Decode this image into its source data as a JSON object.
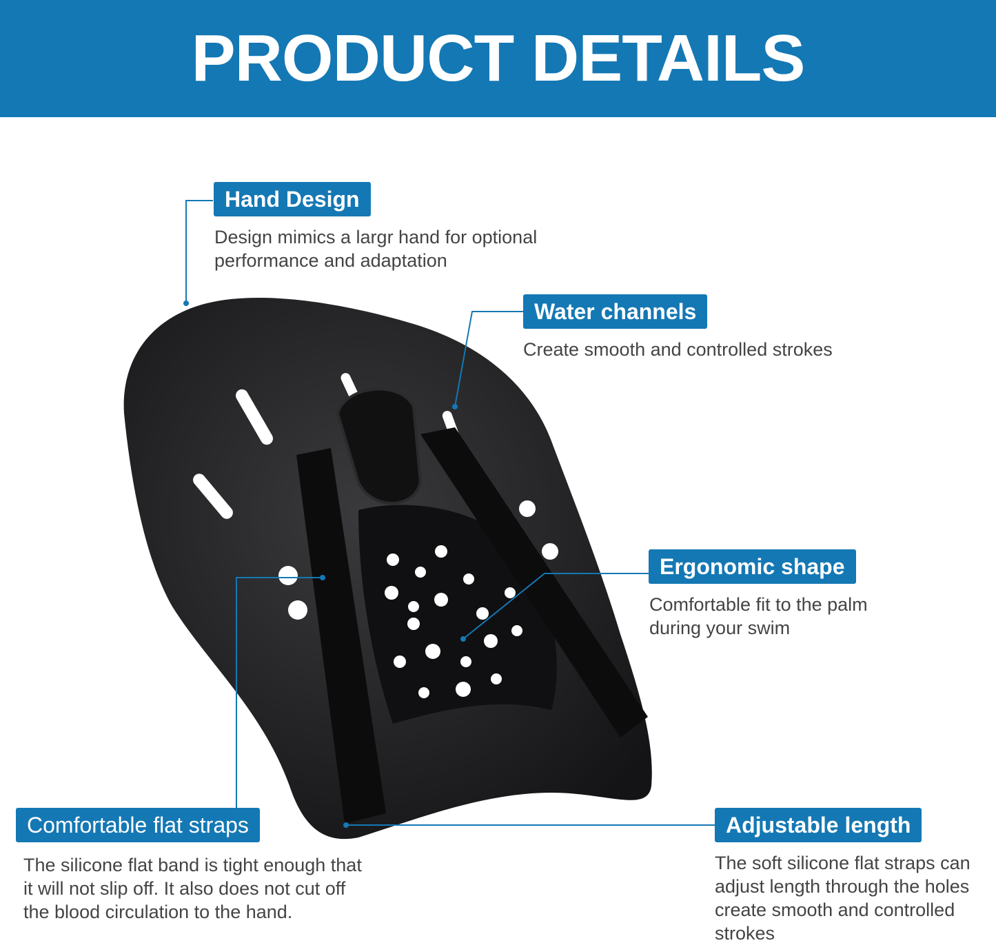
{
  "header": {
    "title": "PRODUCT DETAILS"
  },
  "colors": {
    "accent": "#1478b4",
    "paddle": "#1e1e20",
    "text": "#444444"
  },
  "features": [
    {
      "title": "Hand Design",
      "description": "Design mimics a largr hand for optional performance and adaptation"
    },
    {
      "title": "Water channels",
      "description": "Create smooth and controlled strokes"
    },
    {
      "title": "Ergonomic shape",
      "description": "Comfortable fit to the palm during your swim"
    },
    {
      "title": "Comfortable flat straps",
      "description": "The silicone flat band is tight enough that it will not slip off. It also does not cut off the blood circulation to the hand."
    },
    {
      "title": "Adjustable length",
      "description": "The soft silicone flat straps can adjust length through the holes create smooth and controlled strokes"
    }
  ]
}
